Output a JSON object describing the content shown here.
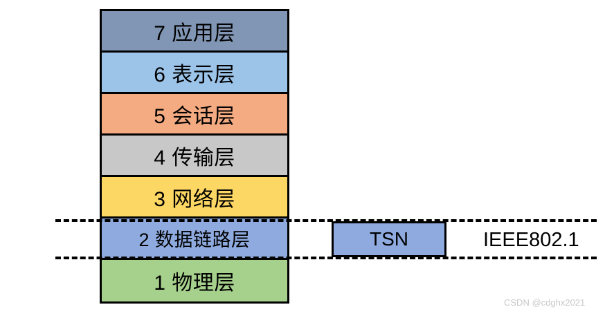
{
  "diagram": {
    "type": "layered-stack",
    "title_text": "",
    "osi_stack": {
      "name": "OSI seven layer model",
      "layers": [
        {
          "number": "7",
          "label": "7 应用层",
          "color": "#8096b4"
        },
        {
          "number": "6",
          "label": "6 表示层",
          "color": "#9cc3e8"
        },
        {
          "number": "5",
          "label": "5 会话层",
          "color": "#f4ab81"
        },
        {
          "number": "4",
          "label": "4 传输层",
          "color": "#c8c8c8"
        },
        {
          "number": "3",
          "label": "3 网络层",
          "color": "#fdd763"
        },
        {
          "number": "2",
          "label": "2 数据链路层",
          "color": "#8eaade"
        },
        {
          "number": "1",
          "label": "1 物理层",
          "color": "#a6d18c"
        }
      ]
    },
    "tsn_box": {
      "label": "TSN",
      "color": "#8eaade"
    },
    "standard_label": "IEEE802.1",
    "dashed_lines": {
      "stroke_color": "#000000",
      "count": 2
    }
  },
  "watermark": {
    "text": "CSDN @cdghx2021",
    "color": "#c9c9c9"
  }
}
